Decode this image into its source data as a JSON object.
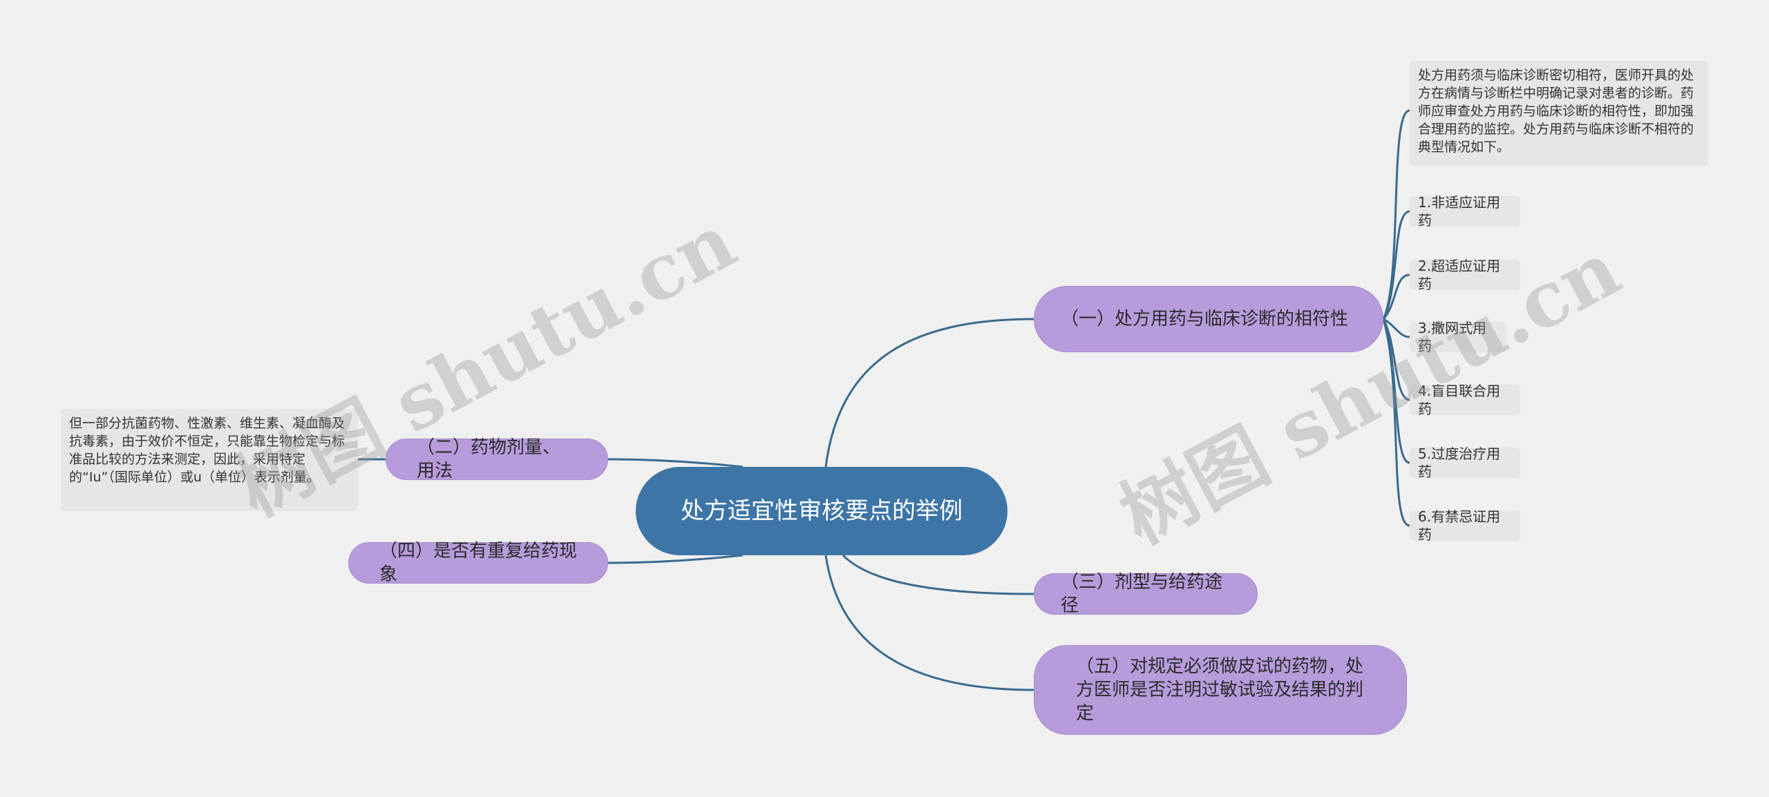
{
  "root": {
    "label": "处方适宜性审核要点的举例"
  },
  "branches": {
    "b1": {
      "label": "（一）处方用药与临床诊断的相符性"
    },
    "b2": {
      "label": "（二）药物剂量、用法"
    },
    "b3": {
      "label": "（三）剂型与给药途径"
    },
    "b4": {
      "label": "（四）是否有重复给药现象"
    },
    "b5": {
      "label": "（五）对规定必须做皮试的药物，处方医师是否注明过敏试验及结果的判定"
    }
  },
  "b1_children": {
    "note": "处方用药须与临床诊断密切相符，医师开具的处方在病情与诊断栏中明确记录对患者的诊断。药师应审查处方用药与临床诊断的相符性，即加强合理用药的监控。处方用药与临床诊断不相符的典型情况如下。",
    "items": [
      "1.非适应证用药",
      "2.超适应证用药",
      "3.撒网式用药",
      "4.盲目联合用药",
      "5.过度治疗用药",
      "6.有禁忌证用药"
    ]
  },
  "b2_children": {
    "note": "但一部分抗菌药物、性激素、维生素、凝血酶及抗毒素，由于效价不恒定，只能靠生物检定与标准品比较的方法来测定，因此，采用特定的“Iu”（国际单位）或u（单位）表示剂量。"
  },
  "watermarks": [
    "树图 shutu.cn",
    "树图 shutu.cn"
  ],
  "colors": {
    "background": "#f0f0f0",
    "root": "#3d75a6",
    "branch": "#b79cdc",
    "leaf": "#e6e6e6",
    "line": "#3a6a8e"
  }
}
